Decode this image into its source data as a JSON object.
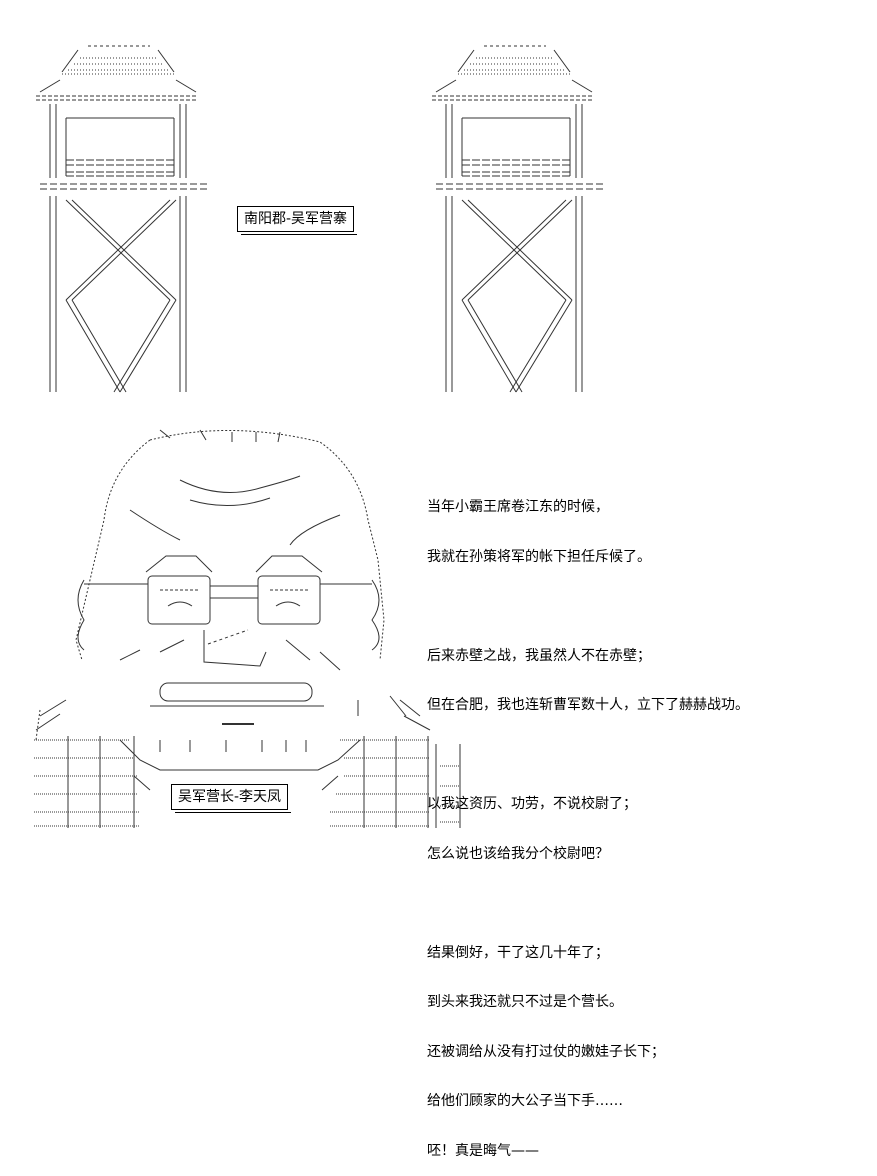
{
  "labels": {
    "camp": "南阳郡-吴军营寨",
    "captain": "吴军营长-李天凤"
  },
  "story": {
    "p1": [
      "当年小霸王席卷江东的时候，",
      "我就在孙策将军的帐下担任斥候了。"
    ],
    "p2": [
      "后来赤壁之战，我虽然人不在赤壁；",
      "但在合肥，我也连斩曹军数十人，立下了赫赫战功。"
    ],
    "p3": [
      "以我这资历、功劳，不说校尉了；",
      "怎么说也该给我分个校尉吧？"
    ],
    "p4": [
      "结果倒好，干了这几十年了；",
      "到头来我还就只不过是个营长。",
      "还被调给从没有打过仗的嫩娃子长下；",
      "给他们顾家的大公子当下手……",
      "呸！真是晦气——"
    ]
  },
  "art": {
    "tower_left": "watchtower-left",
    "tower_right": "watchtower-right",
    "character": "captain-ascii-figure"
  }
}
